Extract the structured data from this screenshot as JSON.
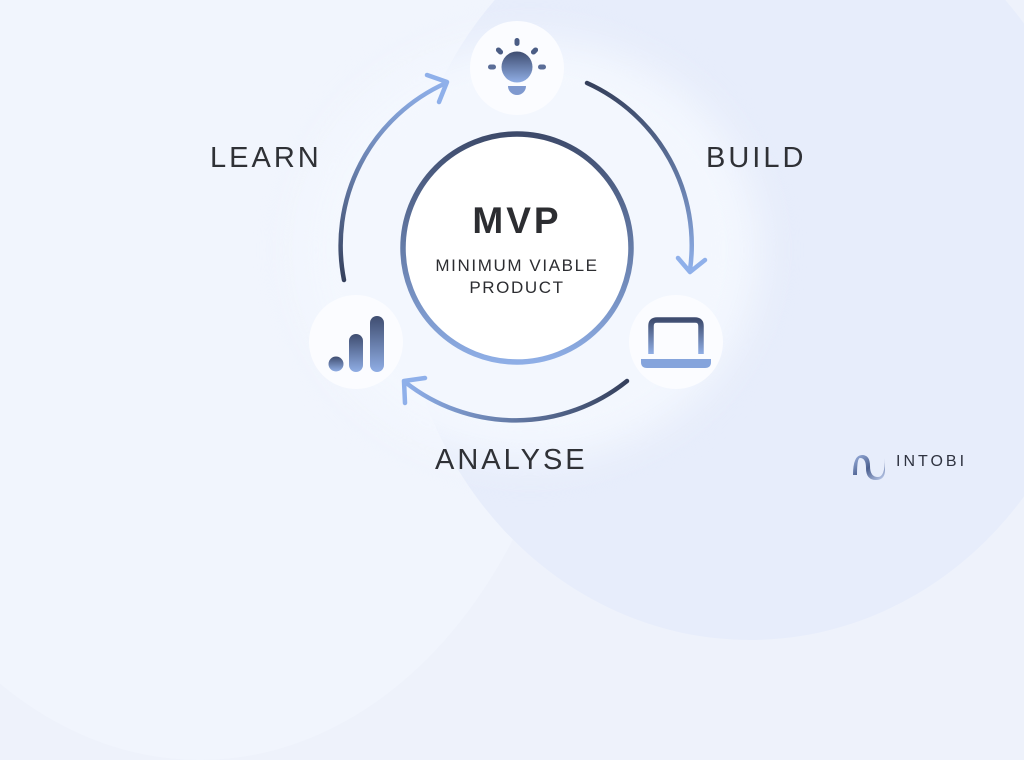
{
  "diagram": {
    "center": {
      "title": "MVP",
      "subtitle_line1": "MINIMUM VIABLE",
      "subtitle_line2": "PRODUCT"
    },
    "stages": [
      {
        "label": "BUILD",
        "icon": "laptop-icon"
      },
      {
        "label": "ANALYSE",
        "icon": "bar-chart-icon"
      },
      {
        "label": "LEARN",
        "icon": "lightbulb-icon"
      }
    ],
    "cycle_icons": [
      "lightbulb-icon",
      "laptop-icon",
      "bar-chart-icon"
    ]
  },
  "brand": {
    "name": "INTOBI",
    "logo_icon": "intobi-wave-logo-icon"
  },
  "colors": {
    "dark_navy": "#3b4a6b",
    "light_blue": "#8eaee6",
    "text": "#2f3136",
    "background": "#eef2fb"
  }
}
